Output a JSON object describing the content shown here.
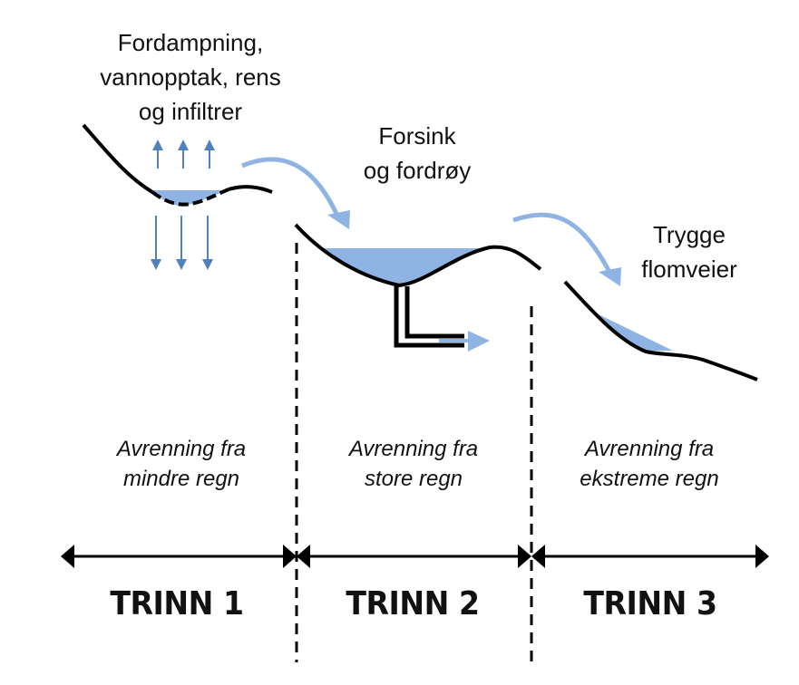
{
  "colors": {
    "water": "#8fb4e3",
    "arrow_blue": "#4f81bd",
    "flow_arrow": "#8fb4e3",
    "ground": "#000000",
    "text": "#111111"
  },
  "stages": [
    {
      "id": "trinn-1",
      "label": "TRINN 1",
      "function_lines": [
        "Fordampning,",
        "vannopptak, rens",
        "og infiltrer"
      ],
      "runoff_lines": [
        "Avrenning fra",
        "mindre regn"
      ]
    },
    {
      "id": "trinn-2",
      "label": "TRINN 2",
      "function_lines": [
        "Forsink",
        "og fordrøy"
      ],
      "runoff_lines": [
        "Avrenning fra",
        "store regn"
      ]
    },
    {
      "id": "trinn-3",
      "label": "TRINN 3",
      "function_lines": [
        "Trygge",
        "flomveier"
      ],
      "runoff_lines": [
        "Avrenning fra",
        "ekstreme regn"
      ]
    }
  ],
  "icons": {
    "evaporation": "arrow-up-icon",
    "infiltration": "arrow-down-icon",
    "flow": "curved-arrow-icon",
    "outlet": "arrow-right-icon",
    "span": "double-arrow-icon"
  }
}
